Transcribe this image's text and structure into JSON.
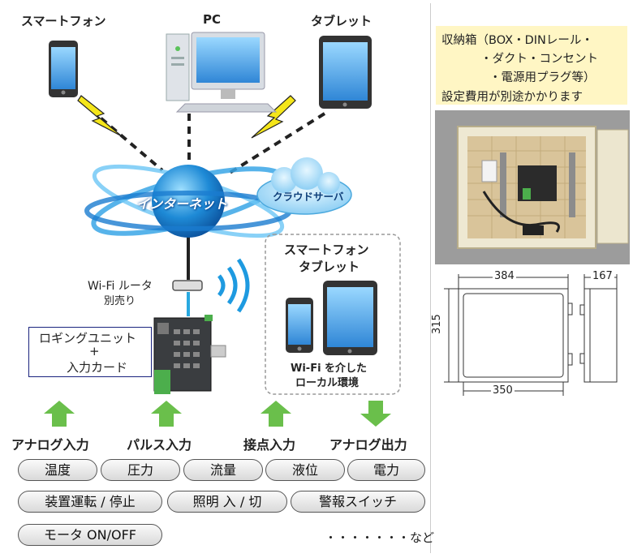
{
  "devices": {
    "smartphone": "スマートフォン",
    "pc": "PC",
    "tablet": "タブレット"
  },
  "internet": "インターネット",
  "cloud": "クラウドサーバ",
  "router": {
    "line1": "Wi-Fi ルータ",
    "line2": "別売り"
  },
  "local": {
    "title1": "スマートフォン",
    "title2": "タブレット",
    "caption1": "Wi-Fi を介した",
    "caption2": "ローカル環境"
  },
  "unit_box": {
    "line1": "ロギングユニット",
    "line2": "+",
    "line3": "入力カード"
  },
  "io": {
    "analog_in": "アナログ入力",
    "pulse_in": "パルス入力",
    "contact_in": "接点入力",
    "analog_out": "アナログ出力"
  },
  "tags": [
    "温度",
    "圧力",
    "流量",
    "液位",
    "電力",
    "装置運転 / 停止",
    "照明 入 / 切",
    "警報スイッチ",
    "モータ ON/OFF"
  ],
  "etc": "・・・・・・・など",
  "enclosure_note": {
    "line1": "収納箱（BOX・DINレール・",
    "line2": "・ダクト・コンセント",
    "line3": "・電源用プラグ等）",
    "line4": "設定費用が別途かかります"
  },
  "dimensions": {
    "width_top": "384",
    "width_bottom": "350",
    "height": "315",
    "depth": "167"
  },
  "colors": {
    "arrow_green": "#6abf4b",
    "internet_blue": "#1e78c8",
    "bolt_yellow": "#f5e61a",
    "note_bg": "#fff6c4"
  }
}
